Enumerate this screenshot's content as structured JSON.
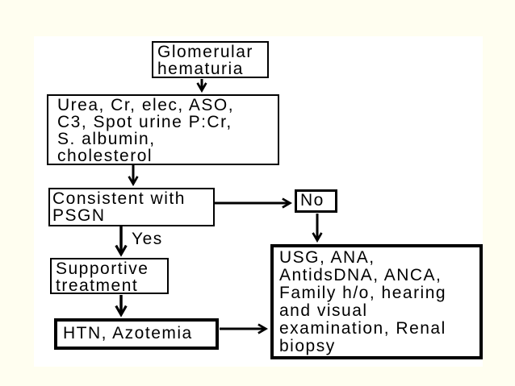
{
  "diagram": {
    "nodes": {
      "glomerular_hematuria": {
        "label": "Glomerular\nhematuria"
      },
      "initial_workup": {
        "label": "Urea, Cr, elec, ASO,\nC3, Spot urine P:Cr,\nS. albumin,\ncholesterol"
      },
      "consistent_with_psgn": {
        "label": "Consistent with\nPSGN"
      },
      "no_branch": {
        "label": "No"
      },
      "supportive_treatment": {
        "label": "Supportive\ntreatment"
      },
      "htn_azotemia": {
        "label": "HTN, Azotemia"
      },
      "further_workup": {
        "label": "USG, ANA,\nAntidsDNA, ANCA,\nFamily h/o, hearing\nand visual\nexamination, Renal\nbiopsy"
      }
    },
    "edge_labels": {
      "yes": "Yes"
    },
    "colors": {
      "page_background": "#FFFEF0",
      "panel_background": "#FFFFFF",
      "box_border": "#000000",
      "text": "#000000"
    }
  }
}
